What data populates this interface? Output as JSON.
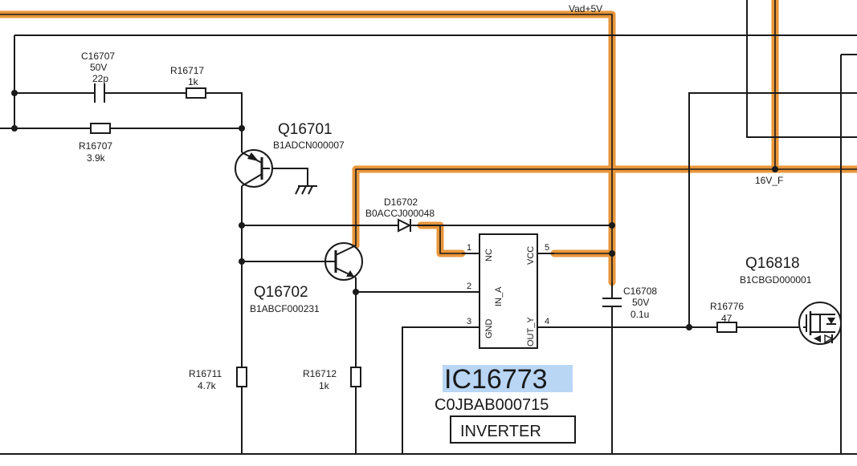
{
  "colors": {
    "wire": "#1a1a1a",
    "highlight": "#e8963a",
    "selection": "#b9d6f5"
  },
  "nets": {
    "vad5v": "Vad+5V",
    "v16f": "16V_F"
  },
  "c16707": {
    "ref": "C16707",
    "voltage": "50V",
    "value": "22p"
  },
  "r16717": {
    "ref": "R16717",
    "value": "1k"
  },
  "r16707": {
    "ref": "R16707",
    "value": "3.9k"
  },
  "q16701": {
    "ref": "Q16701",
    "part": "B1ADCN000007"
  },
  "d16702": {
    "ref": "D16702",
    "part": "B0ACCJ000048"
  },
  "q16702": {
    "ref": "Q16702",
    "part": "B1ABCF000231"
  },
  "c16708": {
    "ref": "C16708",
    "voltage": "50V",
    "value": "0.1u"
  },
  "r16776": {
    "ref": "R16776",
    "value": "47"
  },
  "q16818": {
    "ref": "Q16818",
    "part": "B1CBGD000001"
  },
  "r16711": {
    "ref": "R16711",
    "value": "4.7k"
  },
  "r16712": {
    "ref": "R16712",
    "value": "1k"
  },
  "ic": {
    "ref": "IC16773",
    "part": "C0JBAB000715",
    "function": "INVERTER",
    "pins": {
      "p1": {
        "num": "1",
        "name": "NC"
      },
      "p2": {
        "num": "2",
        "name": "IN_A"
      },
      "p3": {
        "num": "3",
        "name": "GND"
      },
      "p4": {
        "num": "4",
        "name": "OUT_Y"
      },
      "p5": {
        "num": "5",
        "name": "VCC"
      }
    }
  }
}
